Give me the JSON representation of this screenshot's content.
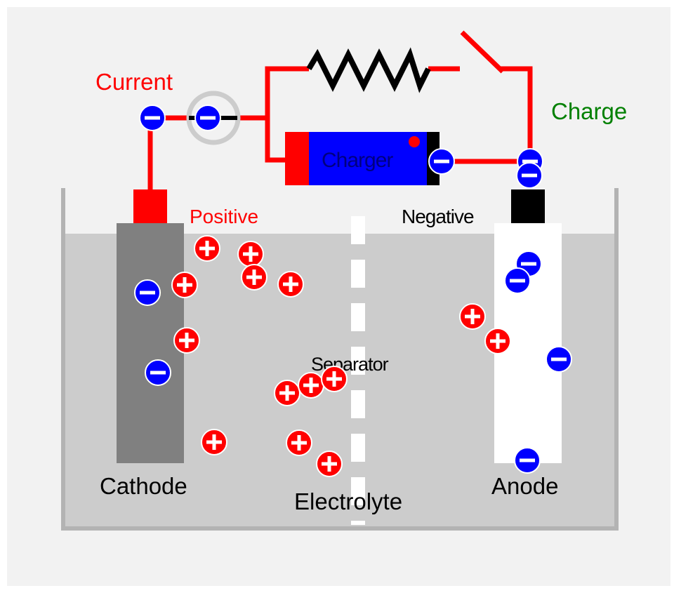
{
  "labels": {
    "current": "Current",
    "charge": "Charge",
    "charger": "Charger",
    "positive": "Positive",
    "negative": "Negative",
    "separator": "Separator",
    "cathode": "Cathode",
    "electrolyte": "Electrolyte",
    "anode": "Anode"
  },
  "colors": {
    "background": "#f2f2f2",
    "electrolyte": "#cccccc",
    "container": "#b3b3b3",
    "wire": "#ff0000",
    "cathode": "#808080",
    "anode": "#ffffff",
    "terminal_negative": "#000000",
    "charger_body": "#0000ff",
    "positive_ion": "#ff0000",
    "electron": "#0000ff",
    "label_red": "#ff0000",
    "label_green": "#008000",
    "label_black": "#000000"
  },
  "icons": {
    "positive_ion": "plus-circle-icon",
    "electron": "minus-circle-icon",
    "resistor": "zigzag-resistor-icon",
    "switch": "open-switch-icon",
    "ammeter": "meter-ring-icon"
  }
}
